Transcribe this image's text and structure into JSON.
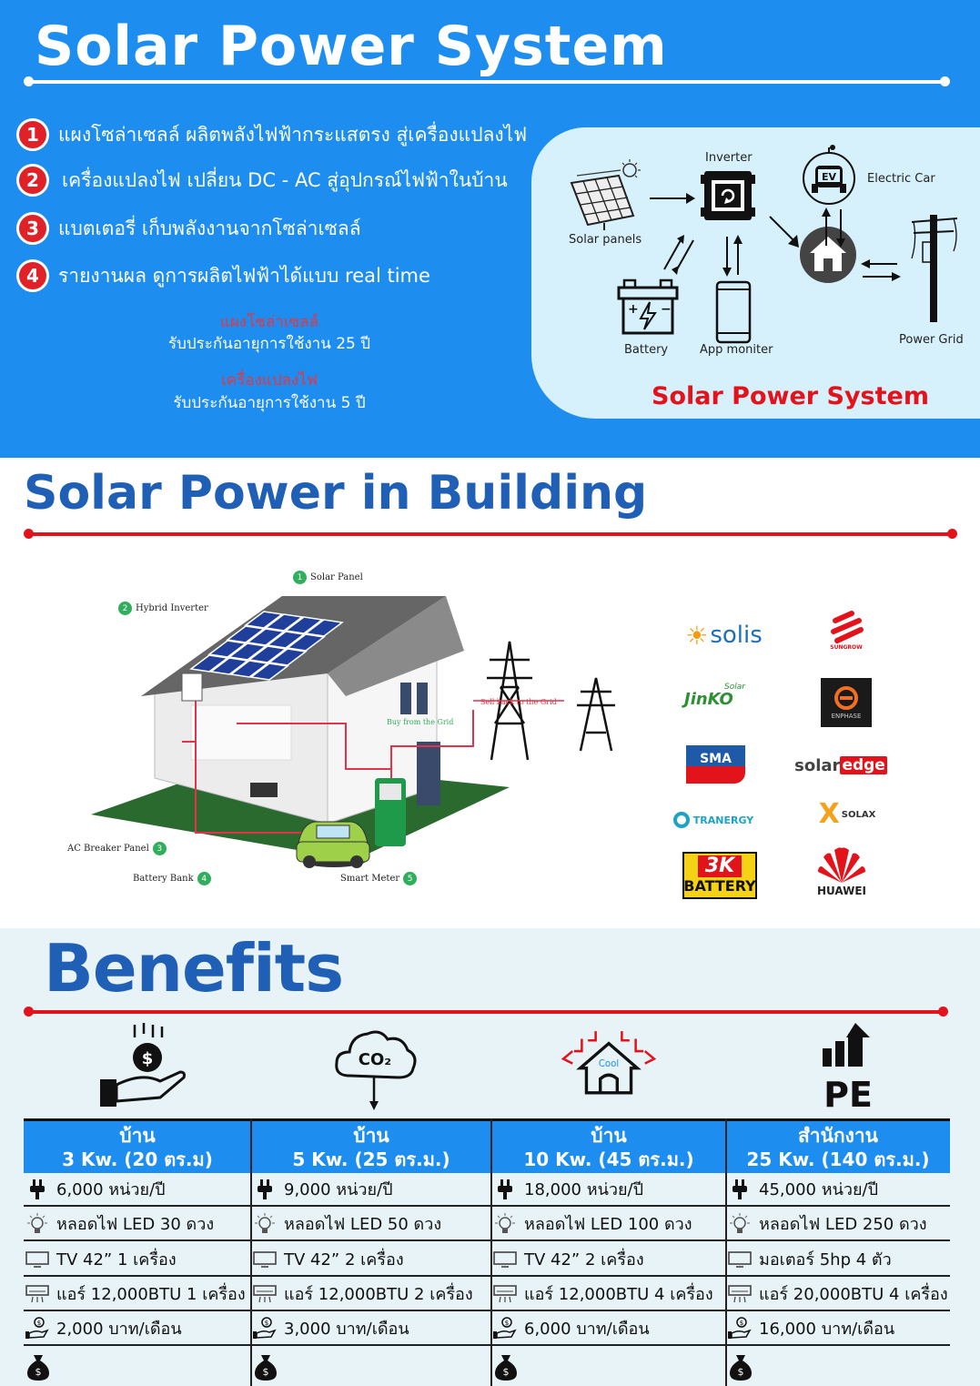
{
  "top": {
    "title": "Solar Power System",
    "features": [
      {
        "num": "1",
        "text": "แผงโซล่าเซลล์ ผลิตพลังไฟฟ้ากระแสตรง สู่เครื่องแปลงไฟ"
      },
      {
        "num": "2",
        "text": "เครื่องแปลงไฟ เปลี่ยน DC - AC สู่อุปกรณ์ไฟฟ้าในบ้าน"
      },
      {
        "num": "3",
        "text": "แบตเตอรี่ เก็บพลังงานจากโซล่าเซลล์"
      },
      {
        "num": "4",
        "text": "รายงานผล ดูการผลิตไฟฟ้าได้แบบ real time"
      }
    ],
    "warranty": [
      {
        "item": "แผงโซล่าเซลล์",
        "text": "รับประกันอายุการใช้งาน 25 ปี"
      },
      {
        "item": "เครื่องแปลงไฟ",
        "text": "รับประกันอายุการใช้งาน 5 ปี"
      }
    ],
    "diagram": {
      "solar_panels": "Solar panels",
      "inverter": "Inverter",
      "electric_car": "Electric Car",
      "ev_badge": "EV",
      "battery": "Battery",
      "app": "App moniter",
      "grid": "Power Grid",
      "title": "Solar Power System"
    }
  },
  "building": {
    "title": "Solar Power in Building",
    "callouts": {
      "solar_panel": {
        "num": "1",
        "text": "Solar Panel"
      },
      "hybrid_inverter": {
        "num": "2",
        "text": "Hybrid Inverter"
      },
      "ac_breaker": {
        "num": "3",
        "text": "AC Breaker Panel"
      },
      "battery_bank": {
        "num": "4",
        "text": "Battery Bank"
      },
      "smart_meter": {
        "num": "5",
        "text": "Smart Meter"
      },
      "sell_back": "Sell back to the Grid",
      "buy_from": "Buy from the Grid"
    },
    "brands": {
      "solis": "solis",
      "sungrow": "SUNGROW",
      "jinko": "JinKO",
      "jinko_solar": "Solar",
      "enphase": "ENPHASE",
      "sma": "SMA",
      "solaredge_a": "solar",
      "solaredge_b": "edge",
      "tranergy": "TRANERGY",
      "solax": "SOLAX",
      "threek": "3K",
      "battery": "BATTERY",
      "huawei": "HUAWEI"
    }
  },
  "benefits": {
    "title": "Benefits",
    "icons": {
      "co2": "CO₂",
      "cool": "Cool",
      "pe": "PE"
    },
    "columns": [
      {
        "head1": "บ้าน",
        "head2": "3 Kw. (20 ตร.ม)",
        "units": "6,000 หน่วย/ปี",
        "led": "หลอดไฟ LED 30 ดวง",
        "tv": "TV 42” 1 เครื่อง",
        "ac": "แอร์ 12,000BTU 1 เครื่อง",
        "money": "2,000 บาท/เดือน"
      },
      {
        "head1": "บ้าน",
        "head2": "5 Kw. (25 ตร.ม.)",
        "units": "9,000 หน่วย/ปี",
        "led": "หลอดไฟ LED 50 ดวง",
        "tv": "TV 42” 2 เครื่อง",
        "ac": "แอร์ 12,000BTU 2 เครื่อง",
        "money": "3,000 บาท/เดือน"
      },
      {
        "head1": "บ้าน",
        "head2": "10 Kw. (45 ตร.ม.)",
        "units": "18,000 หน่วย/ปี",
        "led": "หลอดไฟ LED 100 ดวง",
        "tv": "TV 42” 2 เครื่อง",
        "ac": "แอร์ 12,000BTU 4 เครื่อง",
        "money": "6,000 บาท/เดือน"
      },
      {
        "head1": "สำนักงาน",
        "head2": "25 Kw. (140 ตร.ม.)",
        "units": "45,000 หน่วย/ปี",
        "led": "หลอดไฟ LED 250 ดวง",
        "tv": "มอเตอร์ 5hp 4 ตัว",
        "ac": "แอร์ 20,000BTU 4 เครื่อง",
        "money": "16,000 บาท/เดือน"
      }
    ]
  },
  "colors": {
    "blue_bg": "#1d8df0",
    "dark_blue": "#1f5fb6",
    "red": "#e3131b",
    "light_blue": "#d6f1fc",
    "green": "#2fae5c"
  }
}
